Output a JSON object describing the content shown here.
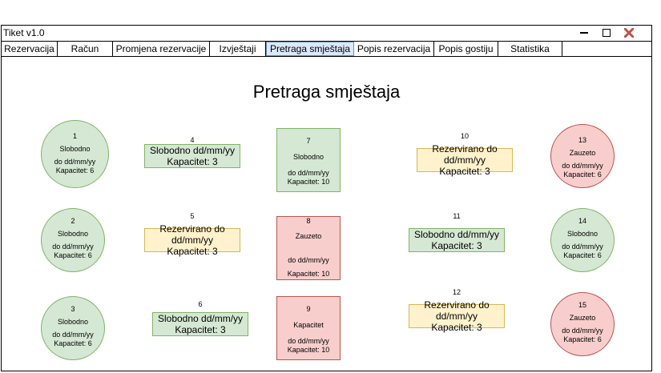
{
  "window": {
    "title": "Tiket v1.0"
  },
  "tabs": [
    {
      "label": "Rezervacija"
    },
    {
      "label": "Račun"
    },
    {
      "label": "Promjena rezervacije"
    },
    {
      "label": "Izvještaji"
    },
    {
      "label": "Pretraga smještaja"
    },
    {
      "label": "Popis rezervacija"
    },
    {
      "label": "Popis gostiju"
    },
    {
      "label": "Statistika"
    }
  ],
  "page_title": "Pretraga smještaja",
  "rooms": {
    "r1": {
      "num": "1",
      "status": "Slobodno",
      "until": "do dd/mm/yy",
      "capacity": "Kapacitet: 6"
    },
    "r2": {
      "num": "2",
      "status": "Slobodno",
      "until": "do dd/mm/yy",
      "capacity": "Kapacitet: 6"
    },
    "r3": {
      "num": "3",
      "status": "Slobodno",
      "until": "do dd/mm/yy",
      "capacity": "Kapacitet: 6"
    },
    "r4": {
      "num": "4",
      "status": "Slobodno dd/mm/yy",
      "capacity": "Kapacitet: 3"
    },
    "r5": {
      "num": "5",
      "status": "Rezervirano do dd/mm/yy",
      "capacity": "Kapacitet: 3"
    },
    "r6": {
      "num": "6",
      "status": "Slobodno dd/mm/yy",
      "capacity": "Kapacitet: 3"
    },
    "r7": {
      "num": "7",
      "status": "Slobodno",
      "until": "do dd/mm/yy",
      "capacity": "Kapacitet: 10"
    },
    "r8": {
      "num": "8",
      "status": "Zauzeto",
      "until": "do dd/mm/yy",
      "capacity": "Kapacitet: 10"
    },
    "r9": {
      "num": "9",
      "status": "Kapacitet",
      "until": "do dd/mm/yy",
      "capacity": "Kapacitet: 10"
    },
    "r10": {
      "num": "10",
      "status": "Rezervirano do dd/mm/yy",
      "capacity": "Kapacitet: 3"
    },
    "r11": {
      "num": "11",
      "status": "Slobodno dd/mm/yy",
      "capacity": "Kapacitet: 3"
    },
    "r12": {
      "num": "12",
      "status": "Rezervirano do dd/mm/yy",
      "capacity": "Kapacitet: 3"
    },
    "r13": {
      "num": "13",
      "status": "Zauzeto",
      "until": "do dd/mm/yy",
      "capacity": "Kapacitet: 6"
    },
    "r14": {
      "num": "14",
      "status": "Slobodno",
      "until": "do dd/mm/yy",
      "capacity": "Kapacitet: 6"
    },
    "r15": {
      "num": "15",
      "status": "Zauzeto",
      "until": "do dd/mm/yy",
      "capacity": "Kapacitet: 6"
    }
  }
}
